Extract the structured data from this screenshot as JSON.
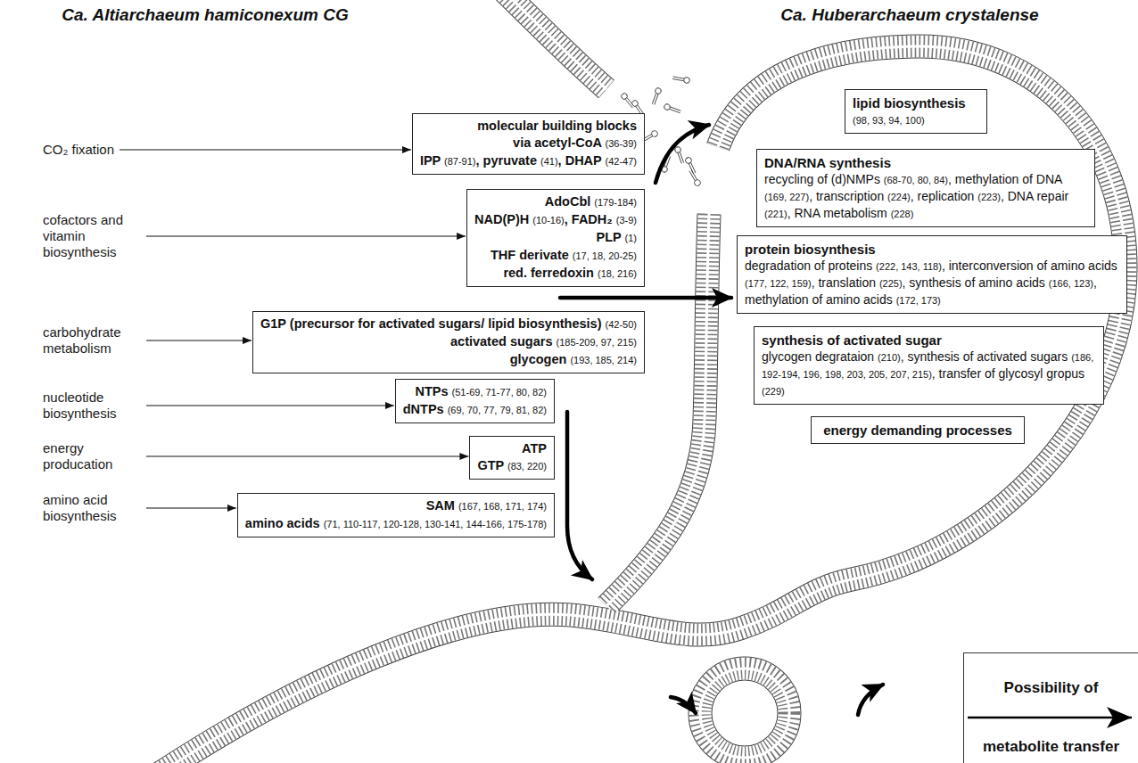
{
  "diagram": {
    "nodes": [
      {
        "text": [
          "CO₂ fixation"
        ]
      },
      {
        "text": [
          "molecular building blocks",
          "via acetyl-CoA (36-39)",
          "IPP (87-91), pyruvate (41), DHAP (42-47)"
        ]
      },
      {
        "text": [
          "cofactors and vitamin biosynthesis"
        ]
      },
      {
        "text": [
          "AdoCbl (179-184)",
          "NAD(P)H (10-16), FADH₂ (3-9)",
          "PLP (1)",
          "THF derivate (17, 18, 20-25)",
          "red. ferredoxin (18, 216)"
        ]
      },
      {
        "text": [
          "carbohydrate metabolism"
        ]
      },
      {
        "text": [
          "G1P (precursor for activated sugars/ lipid biosynthesis) (42-50)",
          "activated sugars (185-209, 97, 215)",
          "glycogen (193, 185, 214)"
        ]
      },
      {
        "text": [
          "nucleotide biosynthesis"
        ]
      },
      {
        "text": [
          "NTPs (51-69, 71-77, 80, 82)",
          "dNTPs (69, 70, 77, 79, 81, 82)"
        ]
      },
      {
        "text": [
          "energy producation"
        ]
      },
      {
        "text": [
          "ATP",
          "GTP (83, 220)"
        ]
      },
      {
        "text": [
          "amino acid biosynthesis"
        ]
      },
      {
        "text": [
          "SAM (167, 168, 171, 174)",
          "amino acids (71, 110-117, 120-128, 130-141, 144-166, 175-178)"
        ]
      },
      {
        "text": [
          "lipid biosynthesis",
          "(98, 93, 94, 100)"
        ]
      },
      {
        "text": [
          "DNA/RNA synthesis",
          "recycling of (d)NMPs (68-70, 80, 84), methylation of DNA (169, 227), transcription (224), replication (223), DNA repair (221), RNA metabolism (228)"
        ]
      },
      {
        "text": [
          "protein biosynthesis",
          "degradation of proteins (222, 143, 118), interconversion of amino acids (177, 122, 159), translation (225), synthesis of amino acids (166, 123), methylation of amino acids (172, 173)"
        ]
      },
      {
        "text": [
          "synthesis of activated sugar",
          "glycogen degrataion (210), synthesis of activated sugars (186, 192-194, 196, 198, 203, 205, 207, 215), transfer of glycosyl gropus (229)"
        ]
      },
      {
        "text": [
          "energy demanding processes"
        ]
      }
    ],
    "edges": [
      {
        "from": 0,
        "to": 1,
        "arrow": "to"
      },
      {
        "from": 2,
        "to": 3,
        "arrow": "to"
      },
      {
        "from": 4,
        "to": 5,
        "arrow": "to"
      },
      {
        "from": 6,
        "to": 7,
        "arrow": "to"
      },
      {
        "from": 8,
        "to": 9,
        "arrow": "to"
      },
      {
        "from": 10,
        "to": 11,
        "arrow": "to"
      }
    ],
    "labels": [
      "Ca. Altiarchaeum hamiconexum CG",
      "Ca. Huberarchaeum crystalense"
    ],
    "legend": [
      {
        "text": "Possibility of metabolite transfer"
      }
    ]
  }
}
